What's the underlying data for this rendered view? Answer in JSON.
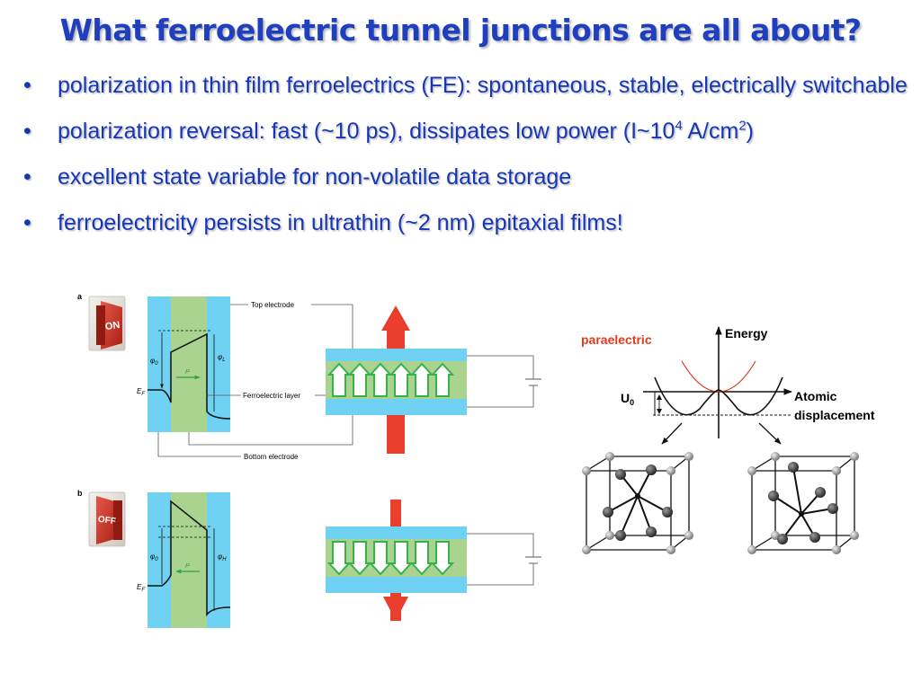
{
  "slide": {
    "title": "What ferroelectric tunnel junctions are all about?",
    "bullet_symbol": "•",
    "bullets": [
      {
        "text": "polarization in thin film ferroelectrics (FE): spontaneous, stable, electrically switchable"
      },
      {
        "text_before": "polarization reversal: fast (~10 ps), dissipates low power (I~10",
        "sup1": "4",
        "text_mid": " A/cm",
        "sup2": "2",
        "text_after": ")"
      },
      {
        "text": "excellent state variable for non-volatile data storage"
      },
      {
        "text": "ferroelectricity persists in ultrathin (~2 nm) epitaxial films!"
      }
    ]
  },
  "figure": {
    "panel_a_label": "a",
    "panel_b_label": "b",
    "on_switch": "ON",
    "off_switch": "OFF",
    "top_electrode": "Top electrode",
    "ferroelectric_layer": "Ferroelectric layer",
    "bottom_electrode": "Bottom electrode",
    "phi0": "φ",
    "phi0_sub": "0",
    "phiL": "φ",
    "phiL_sub": "L",
    "phiH": "φ",
    "phiH_sub": "H",
    "ef": "E",
    "ef_sub": "F",
    "p": "P"
  },
  "energy": {
    "paraelectric": "paraelectric",
    "energy_label": "Energy",
    "u0": "U",
    "u0_sub": "0",
    "atomic": "Atomic",
    "displacement": "displacement"
  },
  "colors": {
    "title": "#1f3fbf",
    "text": "#1636b8",
    "electrode": "#6fd2f2",
    "ferroelectric": "#a9d38f",
    "arrow_red": "#ea3f2c",
    "arrow_green": "#33b34a",
    "paraelectric": "#e03a1f"
  }
}
